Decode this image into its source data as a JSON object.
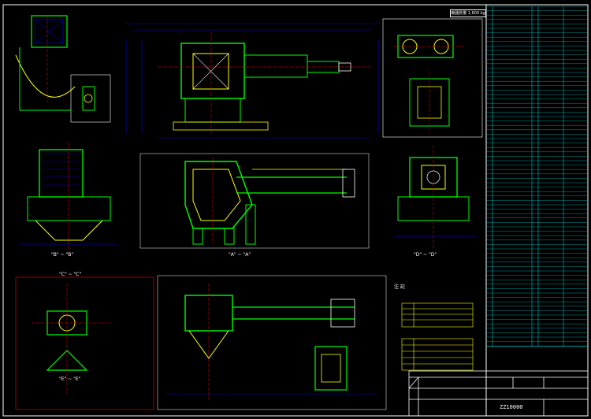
{
  "drawing": {
    "weight_label": "機器質量 1,600 kg",
    "drawing_number": "ZZ10000",
    "views": [
      {
        "id": "view-a",
        "label": "\"B\" ~ \"B\""
      },
      {
        "id": "view-b",
        "label": "\"A\" ~ \"A\""
      },
      {
        "id": "view-c",
        "label": "\"C\" ~ \"C\""
      },
      {
        "id": "view-d",
        "label": "\"D\" ~ \"D\""
      },
      {
        "id": "view-e",
        "label": "\"E\" ~ \"E\""
      }
    ],
    "notes_title": "注 記"
  },
  "colors": {
    "background": "#000000",
    "primary_line": "#00ff00",
    "secondary_line": "#ffff00",
    "dimension_line": "#0000ff",
    "center_line": "#ff0000",
    "text": "#ffffff",
    "table_line": "#00bdbd"
  }
}
